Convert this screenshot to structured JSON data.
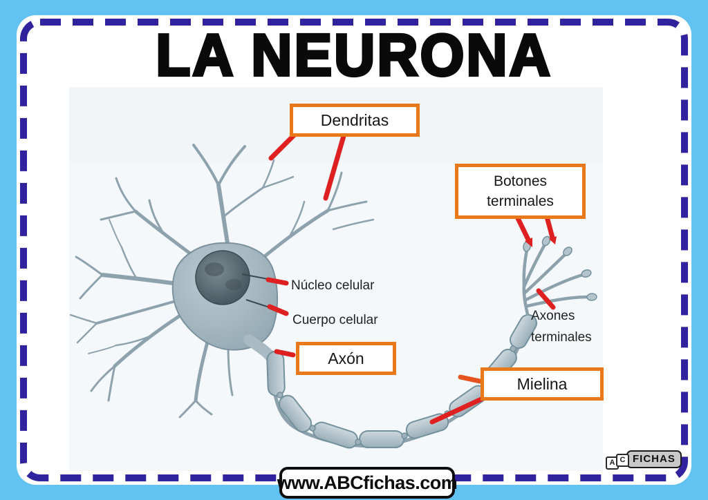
{
  "page": {
    "title": "LA NEURONA"
  },
  "labels": {
    "dendritas": "Dendritas",
    "botones_terminales": {
      "line1": "Botones",
      "line2": "terminales"
    },
    "nucleo_celular": "Núcleo celular",
    "cuerpo_celular": "Cuerpo celular",
    "axon": "Axón",
    "axones_terminales": {
      "line1": "Axones",
      "line2": "terminales"
    },
    "mielina": "Mielina"
  },
  "footer": {
    "website": "www.ABCfichas.com"
  },
  "logo": {
    "block_letters": [
      "A",
      "C"
    ],
    "name": "FICHAS"
  },
  "colors": {
    "frame_blue": "#62c2f2",
    "border_indigo": "#31229e",
    "label_border_orange": "#e8791a",
    "pointer_red": "#df2020",
    "neuron_gray": "#a9bac3",
    "title_black": "#0a0a0a"
  }
}
